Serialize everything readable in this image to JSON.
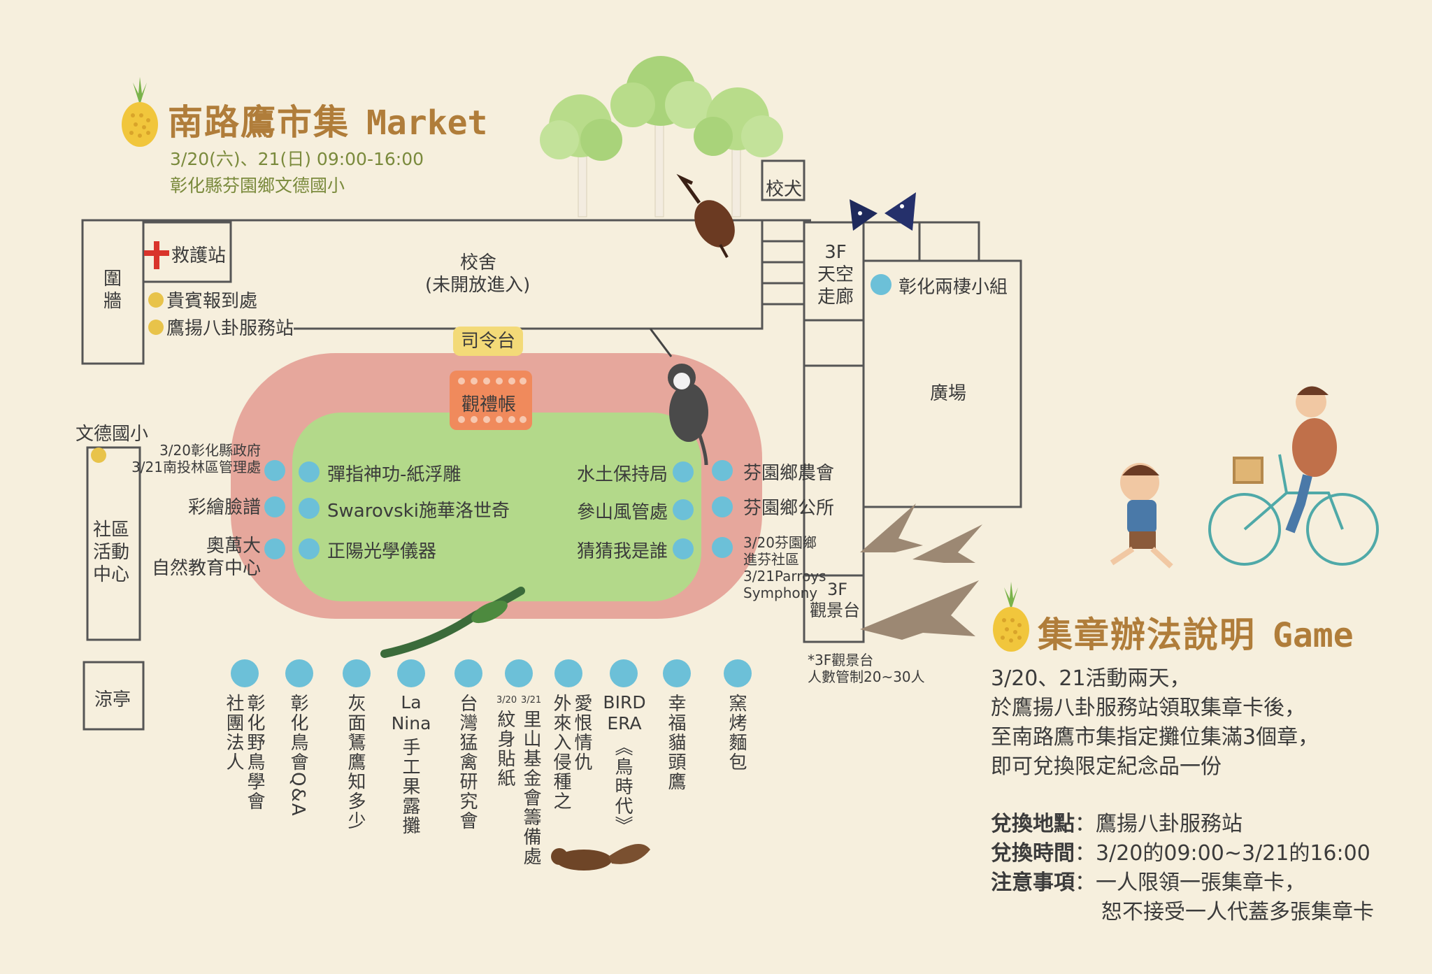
{
  "header": {
    "title_cn": "南路鷹市集",
    "title_en": "Market",
    "date_line": "3/20(六)、21(日) 09:00-16:00",
    "location_line": "彰化縣芬園鄉文德國小"
  },
  "map": {
    "buildings": {
      "wall": "圍牆",
      "first_aid": "救護站",
      "school_building": "校舍",
      "school_building_note": "(未開放進入)",
      "dog": "校犬",
      "skywalk": "3F天空走廊",
      "skywalk_lines": [
        "3F",
        "天空",
        "走廊"
      ],
      "plaza": "廣場",
      "community_center_lines": [
        "社區",
        "活動",
        "中心"
      ],
      "pavilion": "涼亭",
      "school_name": "文德國小",
      "podium": "司令台",
      "tent": "觀禮帳",
      "observation_lines": [
        "3F",
        "觀景台"
      ],
      "observation_note_lines": [
        "*3F觀景台",
        "人數管制20~30人"
      ]
    },
    "yellow_points": [
      "貴賓報到處",
      "鷹揚八卦服務站"
    ],
    "left_outer_booths": [
      [
        "3/20彰化縣政府",
        "3/21南投林區管理處"
      ],
      [
        "彩繪臉譜"
      ],
      [
        "奧萬大",
        "自然教育中心"
      ]
    ],
    "left_inner_booths": [
      "彈指神功-紙浮雕",
      "Swarovski施華洛世奇",
      "正陽光學儀器"
    ],
    "right_inner_booths": [
      "水土保持局",
      "參山風管處",
      "猜猜我是誰"
    ],
    "right_outer_booths": [
      [
        "芬園鄉農會"
      ],
      [
        "芬園鄉公所"
      ],
      [
        "3/20芬園鄉",
        "進芬社區",
        "3/21Parroys",
        "Symphony"
      ]
    ],
    "top_right_booth": "彰化兩棲小組",
    "bottom_booths": [
      {
        "type": "vertical",
        "columns": [
          "彰化野鳥學會",
          "社團法人"
        ]
      },
      {
        "type": "vertical",
        "columns": [
          "彰化鳥會Q&A"
        ]
      },
      {
        "type": "vertical",
        "columns": [
          "灰面鵟鷹知多少"
        ]
      },
      {
        "type": "mixed",
        "top": [
          "La",
          "Nina"
        ],
        "vertical": "手工果露攤"
      },
      {
        "type": "vertical",
        "columns": [
          "台灣猛禽研究會"
        ]
      },
      {
        "type": "dual",
        "left_date": "3/20",
        "left_text": "紋身貼紙",
        "right_date": "3/21",
        "right_text": "里山基金會籌備處"
      },
      {
        "type": "vertical",
        "columns": [
          "愛恨情仇",
          "外來入侵種之"
        ]
      },
      {
        "type": "mixed",
        "top": [
          "BIRD",
          "ERA"
        ],
        "vertical": "《鳥時代》"
      },
      {
        "type": "vertical",
        "columns": [
          "幸福貓頭鷹"
        ]
      },
      {
        "type": "vertical",
        "columns": [
          "窯烤麵包"
        ]
      }
    ]
  },
  "game": {
    "title_cn": "集章辦法說明",
    "title_en": "Game",
    "lines": [
      "3/20、21活動兩天，",
      "於鷹揚八卦服務站領取集章卡後，",
      "至南路鷹市集指定攤位集滿3個章，",
      "即可兌換限定紀念品一份"
    ],
    "details": [
      {
        "label": "兌換地點",
        "sep": "：",
        "value": "鷹揚八卦服務站"
      },
      {
        "label": "兌換時間",
        "sep": "：",
        "value": "3/20的09:00~3/21的16:00"
      },
      {
        "label": "注意事項",
        "sep": "：",
        "value": "一人限領一張集章卡，"
      }
    ],
    "detail_extra": "恕不接受一人代蓋多張集章卡"
  },
  "colors": {
    "background": "#f6efdd",
    "track": "#e6a79c",
    "field": "#b3d98a",
    "booth_dot": "#6cc0d8",
    "service_dot": "#e8c34a",
    "title": "#b07d3a",
    "subtitle": "#7a8a3c"
  },
  "icons": [
    "pineapple-icon",
    "tree-icon",
    "beetle-icon",
    "butterfly-icon",
    "monkey-icon",
    "lizard-icon",
    "squirrel-icon",
    "eagle-icon",
    "cyclist-icon",
    "child-icon",
    "first-aid-cross-icon"
  ]
}
